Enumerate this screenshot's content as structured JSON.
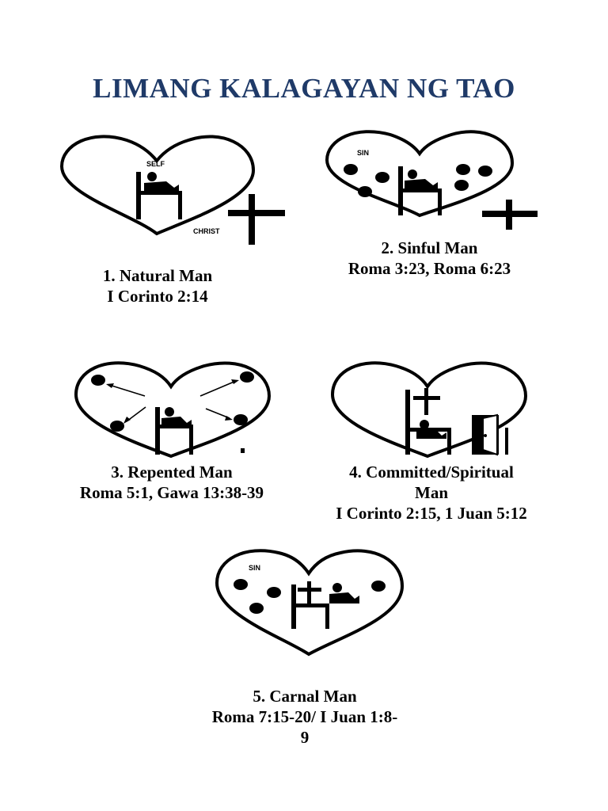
{
  "title": "LIMANG KALAGAYAN NG TAO",
  "states": [
    {
      "heading": "1. Natural Man",
      "verse": "I Corinto 2:14",
      "labels": [
        "SELF",
        "CHRIST"
      ]
    },
    {
      "heading": "2. Sinful Man",
      "verse": "Roma 3:23, Roma 6:23",
      "labels": [
        "SIN"
      ]
    },
    {
      "heading": "3. Repented Man",
      "verse": "Roma 5:1, Gawa 13:38-39"
    },
    {
      "heading_line1": "4. Committed/Spiritual",
      "heading_line2": "Man",
      "verse": "I Corinto 2:15, 1 Juan 5:12"
    },
    {
      "heading": "5. Carnal Man",
      "verse_line1": "Roma 7:15-20/ I Juan 1:8-",
      "verse_line2": "9",
      "labels": [
        "SIN"
      ]
    }
  ]
}
